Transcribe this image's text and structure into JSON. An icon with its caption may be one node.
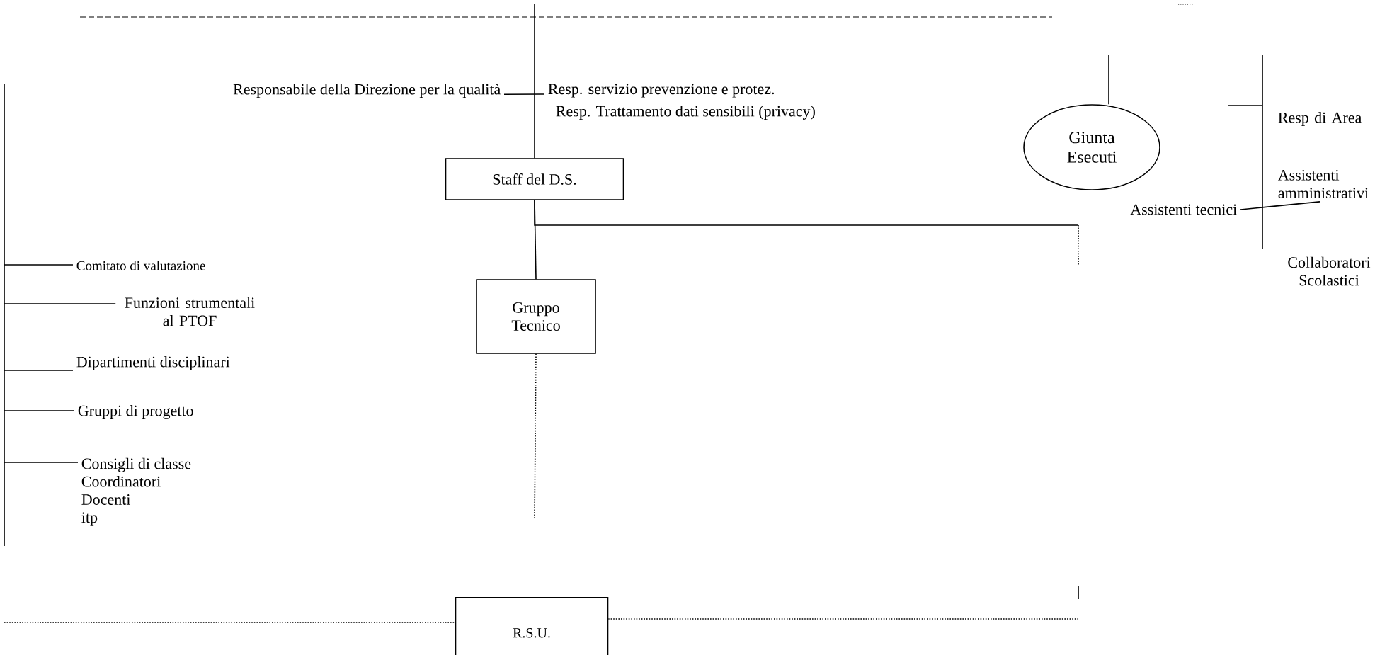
{
  "diagram": {
    "nodes": [
      {
        "text": [
          "Responsabile della Direzione per la qualità"
        ]
      },
      {
        "text": [
          "Resp. servizio prevenzione e protez."
        ]
      },
      {
        "text": [
          "Resp. Trattamento dati sensibili (privacy)"
        ]
      },
      {
        "text": [
          "Staff del D.S."
        ]
      },
      {
        "text": [
          "Gruppo Tecnico"
        ]
      },
      {
        "text": [
          "Giunta Esecuti"
        ]
      },
      {
        "text": [
          "Resp di Area"
        ]
      },
      {
        "text": [
          "Assistenti amministrativi"
        ]
      },
      {
        "text": [
          "Assistenti tecnici"
        ]
      },
      {
        "text": [
          "Collaboratori Scolastici"
        ]
      },
      {
        "text": [
          "Comitato di valutazione"
        ]
      },
      {
        "text": [
          "Funzioni strumentali al PTOF"
        ]
      },
      {
        "text": [
          "Dipartimenti disciplinari"
        ]
      },
      {
        "text": [
          "Gruppi di progetto"
        ]
      },
      {
        "text": [
          "Consigli di classe",
          "Coordinatori",
          "Docenti",
          "itp"
        ]
      },
      {
        "text": [
          "R.S.U."
        ]
      }
    ],
    "edges": [
      {
        "from": 0,
        "to": 1,
        "arrow": "none"
      },
      {
        "from": null,
        "to": 3,
        "arrow": "none"
      },
      {
        "from": 3,
        "to": 4,
        "arrow": "none"
      },
      {
        "from": 3,
        "to": null,
        "arrow": "none"
      },
      {
        "from": null,
        "to": 5,
        "arrow": "none"
      },
      {
        "from": 4,
        "to": null,
        "arrow": "none",
        "style": "dashed"
      },
      {
        "from": null,
        "to": 10,
        "arrow": "none"
      },
      {
        "from": null,
        "to": 11,
        "arrow": "none"
      },
      {
        "from": null,
        "to": 12,
        "arrow": "none"
      },
      {
        "from": null,
        "to": 13,
        "arrow": "none"
      },
      {
        "from": null,
        "to": 14,
        "arrow": "none"
      },
      {
        "from": null,
        "to": 15,
        "arrow": "none",
        "style": "dashed"
      },
      {
        "from": null,
        "to": 15,
        "arrow": "none",
        "style": "dashed"
      },
      {
        "from": 8,
        "to": 7,
        "arrow": "none"
      }
    ]
  }
}
